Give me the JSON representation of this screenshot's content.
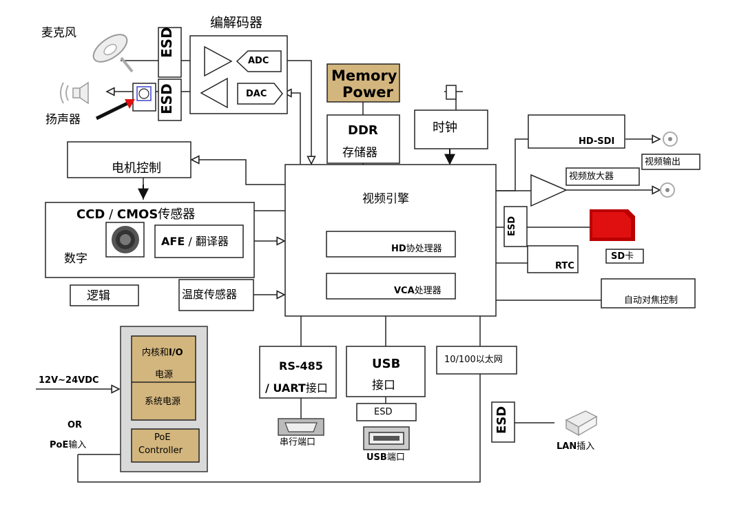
{
  "labels": {
    "microphone": "麦克风",
    "speaker": "扬声器",
    "codec": "编解码器",
    "adc": "ADC",
    "dac": "DAC",
    "esd": "ESD",
    "memory_power_line1": "Memory",
    "memory_power_line2": "Power",
    "ddr": "DDR",
    "ddr_sub": "存储器",
    "clock": "时钟",
    "motor_control": "电机控制",
    "sensor_title_a": "CCD",
    "sensor_title_sep": " / ",
    "sensor_title_b": "CMOS",
    "sensor_title_c": "传感器",
    "digital": "数字",
    "logic": "逻辑",
    "afe_a": "AFE",
    "afe_b": " / 翻译器",
    "temp_sensor": "温度传感器",
    "video_engine": "视频引擎",
    "hd_proc_a": "HD",
    "hd_proc_b": "协处理器",
    "vca_proc_a": "VCA",
    "vca_proc_b": "处理器",
    "hd_sdi": "HD-SDI",
    "video_output": "视频输出",
    "video_amp": "视频放大器",
    "sd_card_a": "SD",
    "sd_card_b": "卡",
    "rtc": "RTC",
    "autofocus": "自动对焦控制",
    "ethernet": "10/100以太网",
    "rs485_line1": "RS-485",
    "rs485_line2a": "/ UART",
    "rs485_line2b": "接口",
    "usb_line1": "USB",
    "usb_line2": "接口",
    "serial_port": "串行端口",
    "usb_port_a": "USB",
    "usb_port_b": "端口",
    "lan_a": "LAN",
    "lan_b": "插入",
    "power_in": "12V~24VDC",
    "or": "OR",
    "poe_in_a": "PoE",
    "poe_in_b": "输入",
    "core_io_a": "内核和",
    "core_io_b": "I/O",
    "core_io_c": "电源",
    "system_power": "系统电源",
    "poe_ctrl_line1": "PoE",
    "poe_ctrl_line2": "Controller"
  },
  "colors": {
    "line": "#222222",
    "tan": "#d3b67e",
    "panel": "#d9d9d9",
    "sd_red": "#e01010",
    "arrow_red": "#e01010"
  }
}
